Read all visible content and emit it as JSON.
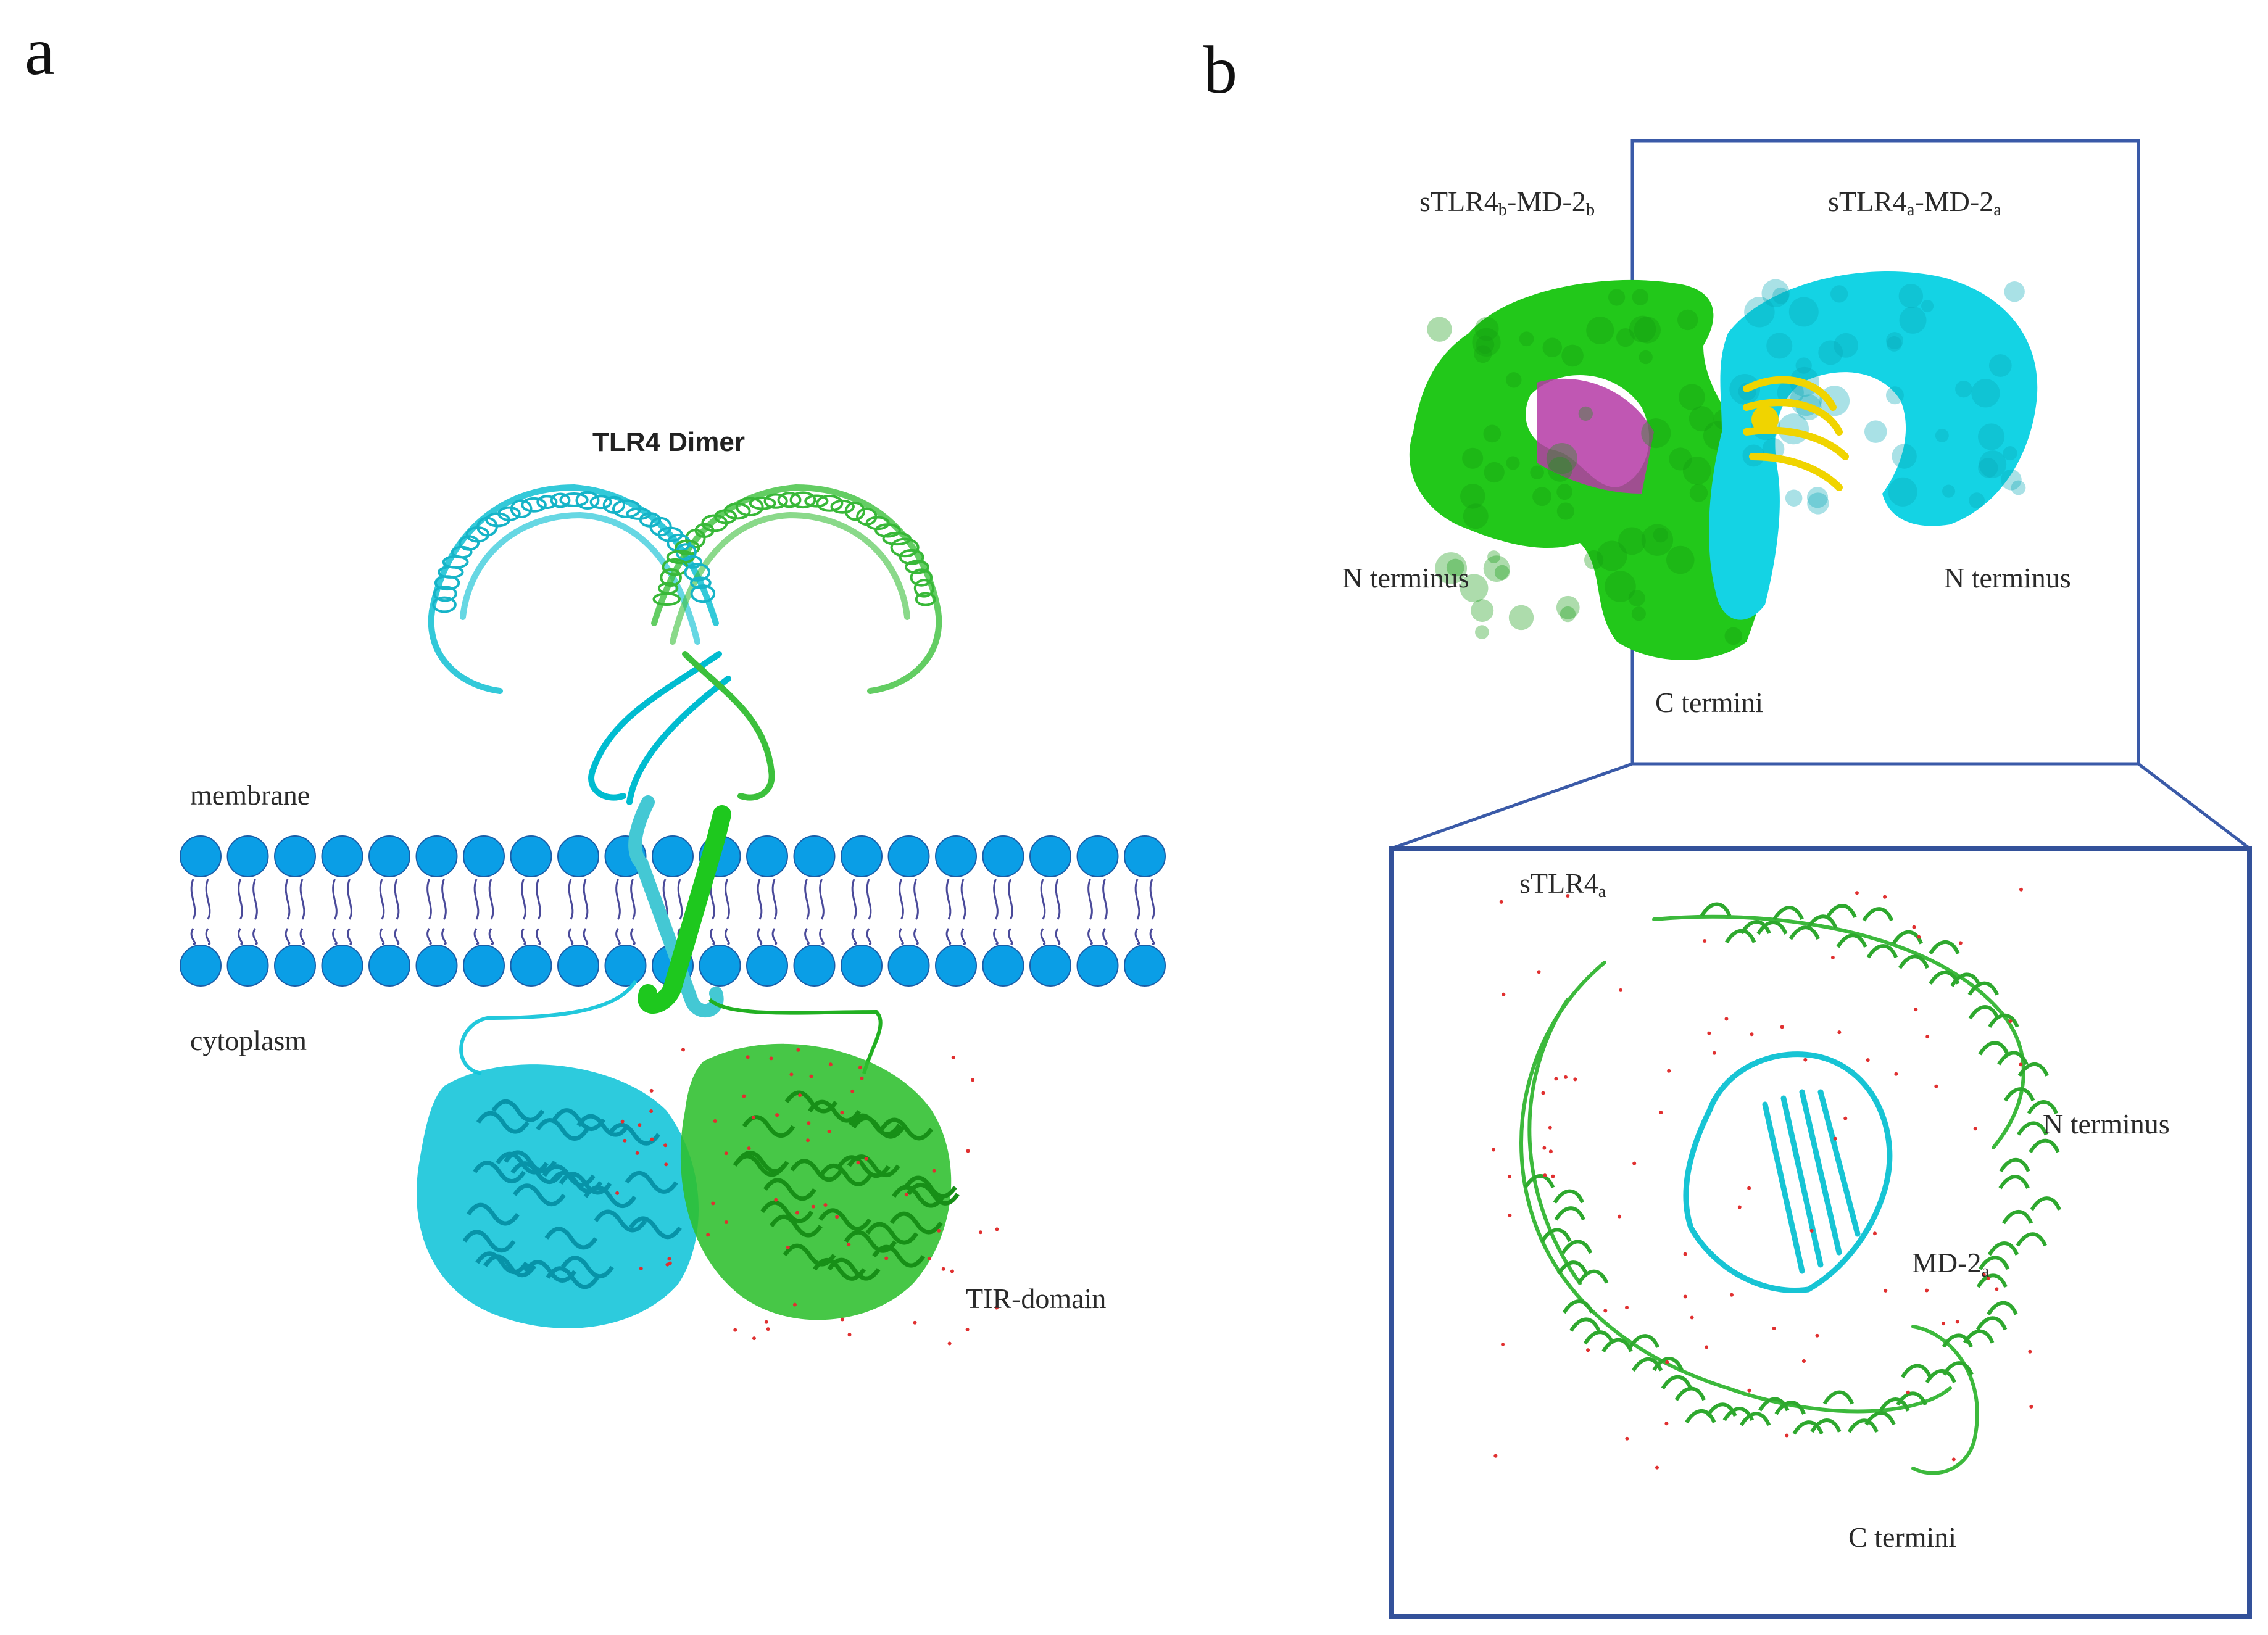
{
  "panels": {
    "a": {
      "letter": "a",
      "title": "TLR4 Dimer",
      "labels": {
        "membrane": "membrane",
        "cytoplasm": "cytoplasm",
        "tir": "TIR-domain"
      },
      "colors": {
        "chain1": "#00c8d8",
        "chain2": "#33c233",
        "lipid_head": "#0a9ee6",
        "lipid_tail": "#3a3a8a"
      }
    },
    "b": {
      "letter": "b",
      "top": {
        "left_complex": {
          "main": "sTLR4",
          "sub1": "b",
          "mid": "-MD-2",
          "sub2": "b"
        },
        "right_complex": {
          "main": "sTLR4",
          "sub1": "a",
          "mid": "-MD-2",
          "sub2": "a"
        },
        "n_left": "N terminus",
        "n_right": "N terminus",
        "c_termini": "C termini"
      },
      "zoom": {
        "stlr4": {
          "main": "sTLR4",
          "sub": "a"
        },
        "n_terminus": "N terminus",
        "md2": {
          "main": "MD-2",
          "sub": "a"
        },
        "c_termini": "C termini"
      },
      "colors": {
        "surface_green": "#2ecc1a",
        "surface_cyan": "#18d7e6",
        "md2_yellow": "#f2d700",
        "md2_magenta": "#d444c2",
        "frame": "#3a5aa8"
      }
    }
  }
}
